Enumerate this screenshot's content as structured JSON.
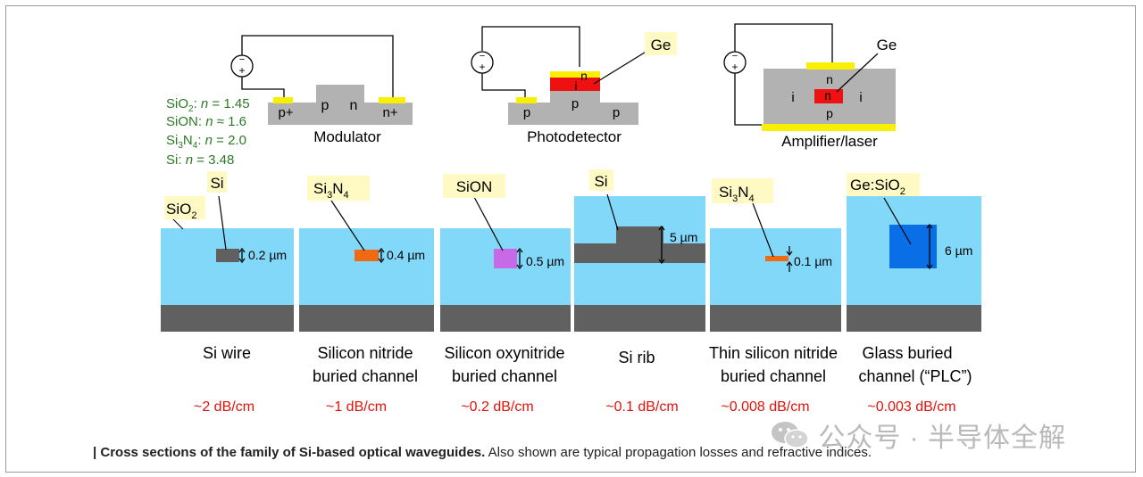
{
  "devices": {
    "modulator": {
      "label": "Modulator",
      "p_plus": "p+",
      "p": "p",
      "n": "n",
      "n_plus": "n+"
    },
    "photodetector": {
      "label": "Photodetector",
      "ge": "Ge",
      "n": "n",
      "i": "i",
      "p_left": "p",
      "p_mid": "p",
      "p_right": "p"
    },
    "amplifier": {
      "label": "Amplifier/laser",
      "ge": "Ge",
      "n_top": "n",
      "n_core": "n",
      "i_left": "i",
      "i_right": "i",
      "p": "p"
    },
    "source_plus": "+",
    "source_minus": "−"
  },
  "indices": {
    "sio2_a": "SiO",
    "sio2_sub": "2",
    "sio2_b": ": ",
    "sio2_n": "n",
    "sio2_c": " = 1.45",
    "sion_a": "SiON: ",
    "sion_n": "n",
    "sion_c": " ≈ 1.6",
    "sin_a": "Si",
    "sin_sub3": "3",
    "sin_b": "N",
    "sin_sub4": "4",
    "sin_c": ":  ",
    "sin_n": "n",
    "sin_d": " = 2.0",
    "si_a": "Si: ",
    "si_n": "n",
    "si_c": " = 3.48"
  },
  "waveguides": [
    {
      "material": "Si",
      "cladding": "SiO",
      "cladding_sub": "2",
      "dim": "0.2 µm",
      "name_line1": "Si wire",
      "name_line2": "",
      "loss": "~2 dB/cm"
    },
    {
      "material": "Si",
      "material_sub3": "3",
      "material_n": "N",
      "material_sub4": "4",
      "dim": "0.4 µm",
      "name_line1": "Silicon nitride",
      "name_line2": "buried channel",
      "loss": "~1 dB/cm"
    },
    {
      "material": "SiON",
      "dim": "0.5 µm",
      "name_line1": "Silicon oxynitride",
      "name_line2": "buried channel",
      "loss": "~0.2 dB/cm"
    },
    {
      "material": "Si",
      "dim": "5 µm",
      "name_line1": "Si rib",
      "name_line2": "",
      "loss": "~0.1 dB/cm"
    },
    {
      "material": "Si",
      "material_sub3": "3",
      "material_n": "N",
      "material_sub4": "4",
      "dim": "0.1 µm",
      "name_line1": "Thin silicon nitride",
      "name_line2": "buried channel",
      "loss": "~0.008 dB/cm"
    },
    {
      "material": "Ge:SiO",
      "material_sub": "2",
      "dim": "6 µm",
      "name_line1": "Glass buried",
      "name_line2": "channel (“PLC”)",
      "loss": "~0.003 dB/cm"
    }
  ],
  "caption": {
    "prefix": "| ",
    "bold": "Cross sections of the family of Si-based optical waveguides.",
    "rest": " Also shown are typical propagation losses and refractive indices."
  },
  "watermark": "公众号 · 半导体全解",
  "colors": {
    "cladding": "#82d8f8",
    "silicon": "#606060",
    "device_gray": "#b2b2b2",
    "contact": "#f8f000",
    "ge_red": "#ee1111",
    "nitride": "#f06a14",
    "sion": "#c86ae8",
    "ge_glass": "#0a6ee6",
    "label_bg": "#fff9c4",
    "loss_text": "#e3120b",
    "index_text": "#2a7a24"
  }
}
